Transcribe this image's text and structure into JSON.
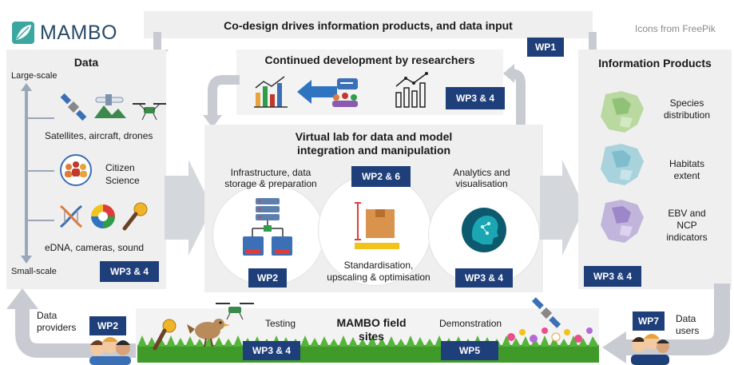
{
  "logo": {
    "text": "MAMBO"
  },
  "credit": "Icons from FreePik",
  "top_banner": {
    "title": "Co-design drives information products, and data input",
    "badge": "WP1"
  },
  "data_panel": {
    "title": "Data",
    "scale_top": "Large-scale",
    "scale_bottom": "Small-scale",
    "items": [
      {
        "label": "Satellites, aircraft, drones"
      },
      {
        "label": "Citizen Science"
      },
      {
        "label": "eDNA, cameras, sound"
      }
    ],
    "badge": "WP3 & 4"
  },
  "researchers_box": {
    "title": "Continued development by researchers",
    "badge": "WP3 & 4"
  },
  "virtual_lab": {
    "title_line1": "Virtual lab for data and model",
    "title_line2": "integration and manipulation",
    "left_label_line1": "Infrastructure, data",
    "left_label_line2": "storage & preparation",
    "left_badge": "WP2",
    "center_badge": "WP2 & 6",
    "center_label_line1": "Standardisation,",
    "center_label_line2": "upscaling & optimisation",
    "right_label_line1": "Analytics and",
    "right_label_line2": "visualisation",
    "right_badge": "WP3 & 4"
  },
  "info_products": {
    "title": "Information Products",
    "items": [
      {
        "line1": "Species",
        "line2": "distribution",
        "line3": ""
      },
      {
        "line1": "Habitats",
        "line2": "extent",
        "line3": ""
      },
      {
        "line1": "EBV and",
        "line2": "NCP",
        "line3": "indicators"
      }
    ],
    "badge": "WP3 & 4"
  },
  "bottom": {
    "providers_line1": "Data",
    "providers_line2": "providers",
    "providers_badge": "WP2",
    "testing": "Testing",
    "testing_badge": "WP3 & 4",
    "field_line1": "MAMBO field",
    "field_line2": "sites",
    "demonstration": "Demonstration",
    "demo_badge": "WP5",
    "users_badge": "WP7",
    "users_line1": "Data",
    "users_line2": "users"
  },
  "colors": {
    "badge": "#1f3f7a",
    "panel": "#efefef",
    "arrow": "#c8ccd2",
    "grass": "#3f9a2a",
    "logo": "#3aa7a0"
  }
}
